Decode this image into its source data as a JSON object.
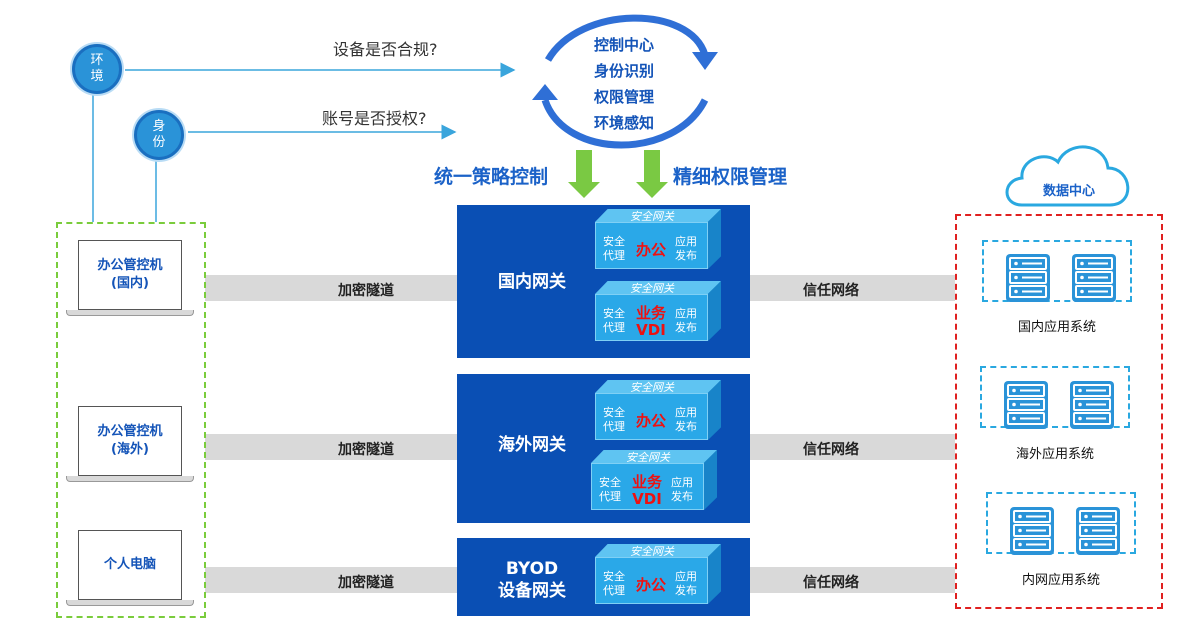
{
  "bubbles": {
    "env": "环\n境",
    "identity": "身\n份"
  },
  "questions": {
    "compliance": "设备是否合规?",
    "auth": "账号是否授权?"
  },
  "cycle": {
    "items": [
      "控制中心",
      "身份识别",
      "权限管理",
      "环境感知"
    ]
  },
  "policy": {
    "left": "统一策略控制",
    "right": "精细权限管理"
  },
  "terminals": [
    {
      "label": "办公管控机\n(国内)"
    },
    {
      "label": "办公管控机\n(海外)"
    },
    {
      "label": "个人电脑"
    }
  ],
  "tunnel_label": "加密隧道",
  "trust_label": "信任网络",
  "gateways": [
    {
      "name": "国内网关",
      "modules": [
        {
          "title": "安全网关",
          "left": "安全\n代理",
          "mid": "办公",
          "right": "应用\n发布"
        },
        {
          "title": "安全网关",
          "left": "安全\n代理",
          "mid": "业务\nVDI",
          "right": "应用\n发布"
        }
      ]
    },
    {
      "name": "海外网关",
      "modules": [
        {
          "title": "安全网关",
          "left": "安全\n代理",
          "mid": "办公",
          "right": "应用\n发布"
        },
        {
          "title": "安全网关",
          "left": "安全\n代理",
          "mid": "业务\nVDI",
          "right": "应用\n发布"
        }
      ]
    },
    {
      "name": "BYOD\n设备网关",
      "modules": [
        {
          "title": "安全网关",
          "left": "安全\n代理",
          "mid": "办公",
          "right": "应用\n发布"
        }
      ]
    }
  ],
  "datacenter": {
    "title": "数据中心"
  },
  "systems": [
    {
      "label": "国内应用系统"
    },
    {
      "label": "海外应用系统"
    },
    {
      "label": "内网应用系统"
    }
  ],
  "colors": {
    "gateway": "#0a4fb4",
    "accent": "#1b62c8",
    "tunnel": "#d9d9d9",
    "green_dash": "#7acc3c",
    "red_dash": "#e02020",
    "vdi_red": "#e11111"
  }
}
